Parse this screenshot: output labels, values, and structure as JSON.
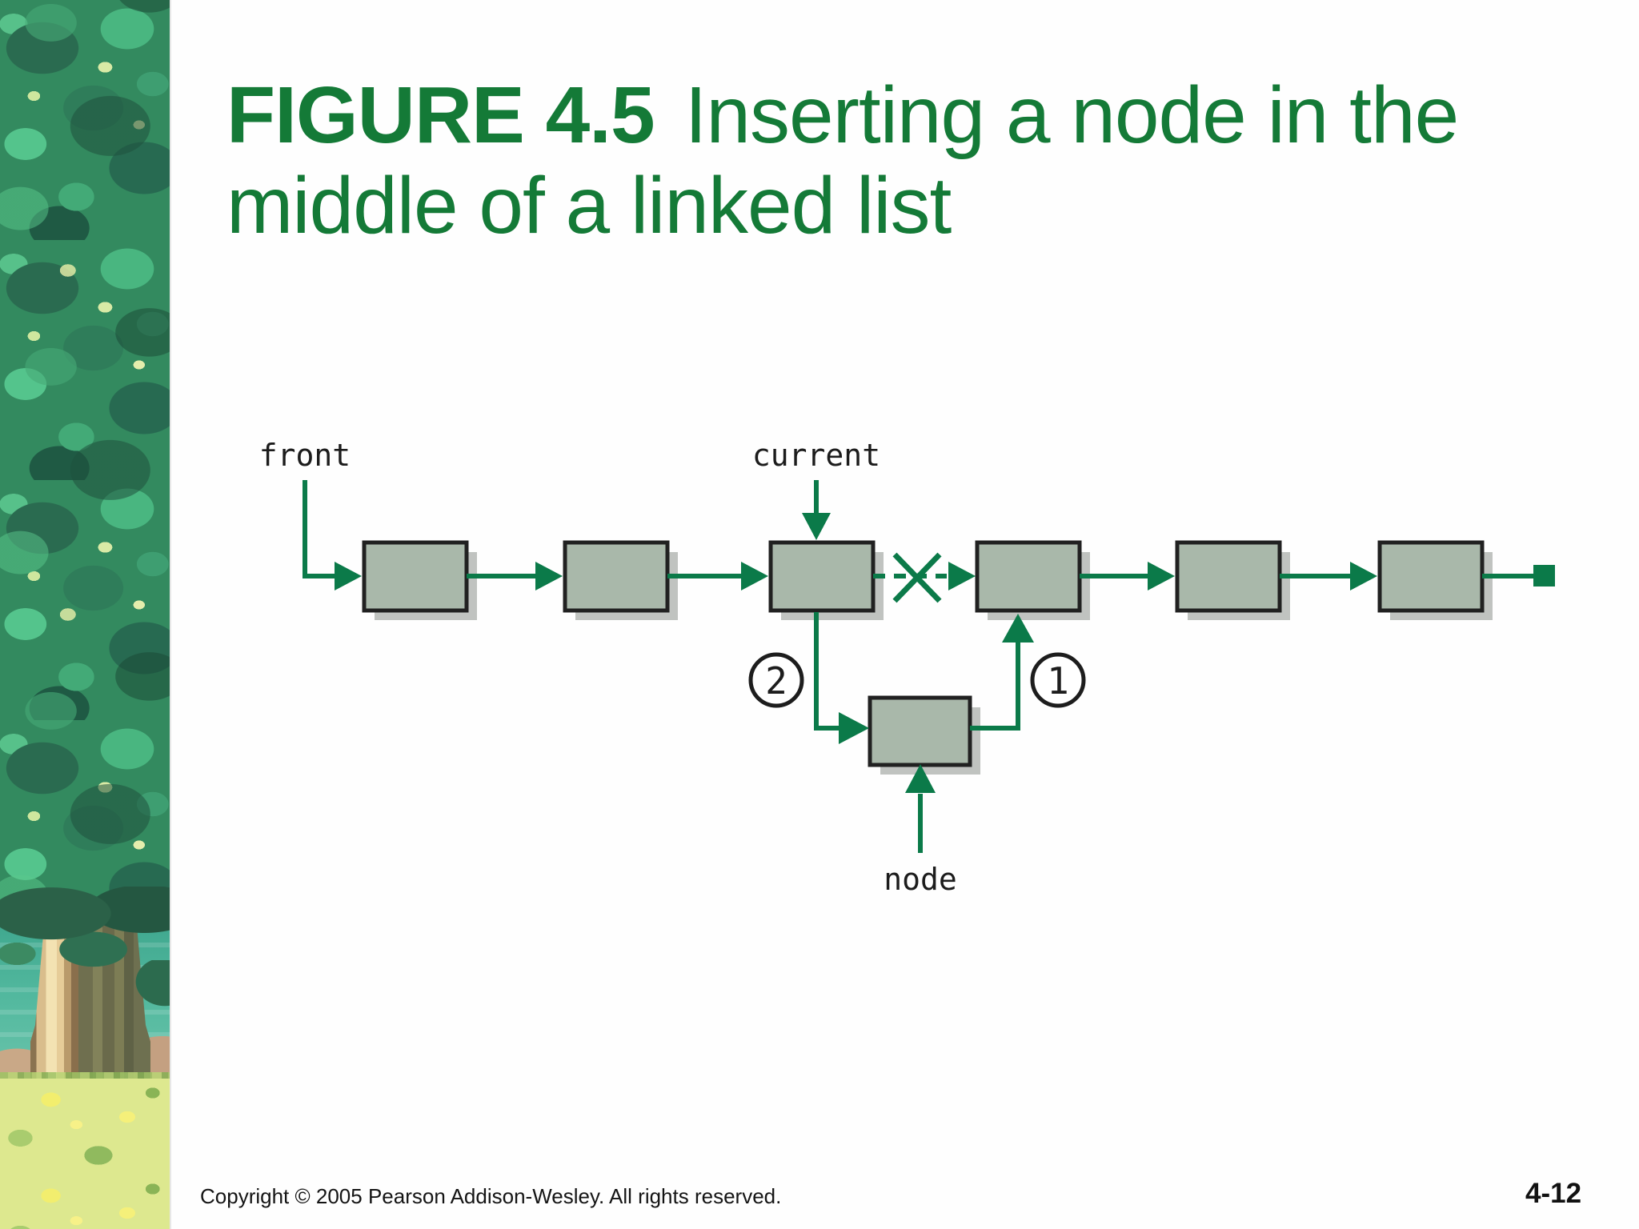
{
  "slide": {
    "title": {
      "bold": "FIGURE 4.5",
      "rest_line1": "Inserting a node in the",
      "rest_line2": "middle of a linked list"
    },
    "footer": {
      "copyright": "Copyright © 2005 Pearson Addison-Wesley. All rights reserved.",
      "page_number": "4-12"
    }
  },
  "diagram": {
    "type": "linked-list-insertion-figure",
    "pointer_labels": {
      "front": "front",
      "current": "current",
      "node": "node"
    },
    "step_badges": [
      {
        "label": "2"
      },
      {
        "label": "1"
      }
    ],
    "main_list_node_count": 6,
    "inserted_node_count": 1,
    "has_null_terminator": true,
    "severed_link": {
      "from_node_index": 3,
      "to_node_index": 4,
      "style": "dashed-with-x"
    }
  },
  "colors": {
    "title_green": "#147a37",
    "line_green": "#0b7a49",
    "node_fill": "#a9b8aa",
    "node_border": "#212121",
    "node_shadow": "#c0c3c0",
    "label_text": "#1c1c1c"
  }
}
